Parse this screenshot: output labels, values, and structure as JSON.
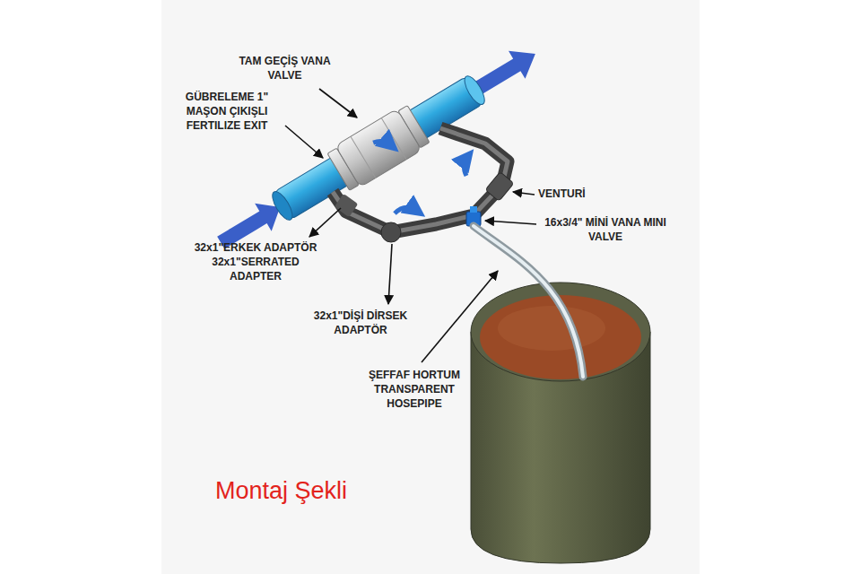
{
  "diagram": {
    "caption": "Montaj Şekli",
    "labels": [
      "TAM GEÇİŞ VANA VALVE",
      "GÜBRELEME 1\" MAŞON ÇIKIŞLI FERTILIZE EXIT",
      "VENTURİ",
      "16x3/4\" MİNİ VANA MINI VALVE",
      "32x1\"ERKEK ADAPTÖR 32x1\"SERRATED ADAPTER",
      "32x1\"DİŞİ DİRSEK ADAPTÖR",
      "ŞEFFAF HORTUM TRANSPARENT HOSEPIPE"
    ]
  }
}
